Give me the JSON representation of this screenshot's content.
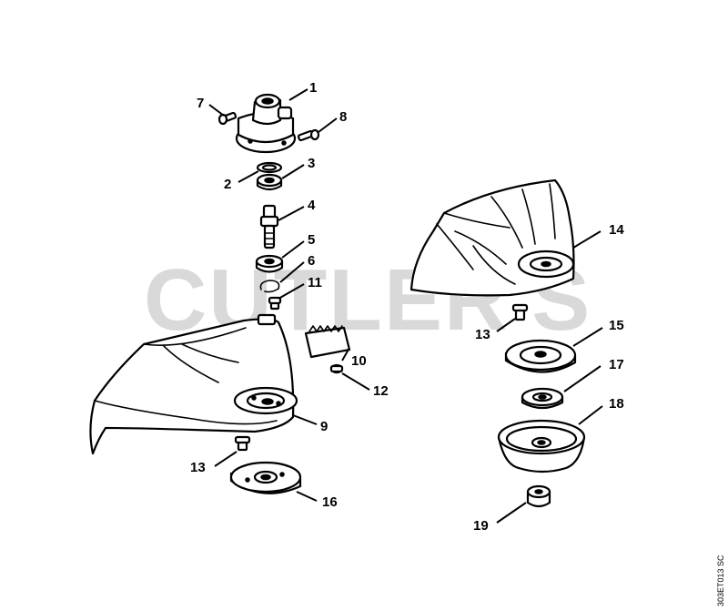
{
  "watermark": {
    "text": "CUTLER'S",
    "color": "#d9d9d9"
  },
  "document_id": "303ET013 SC",
  "callouts": [
    "1",
    "2",
    "3",
    "4",
    "5",
    "6",
    "7",
    "8",
    "9",
    "10",
    "11",
    "12",
    "13",
    "13",
    "14",
    "15",
    "16",
    "17",
    "18",
    "19"
  ]
}
